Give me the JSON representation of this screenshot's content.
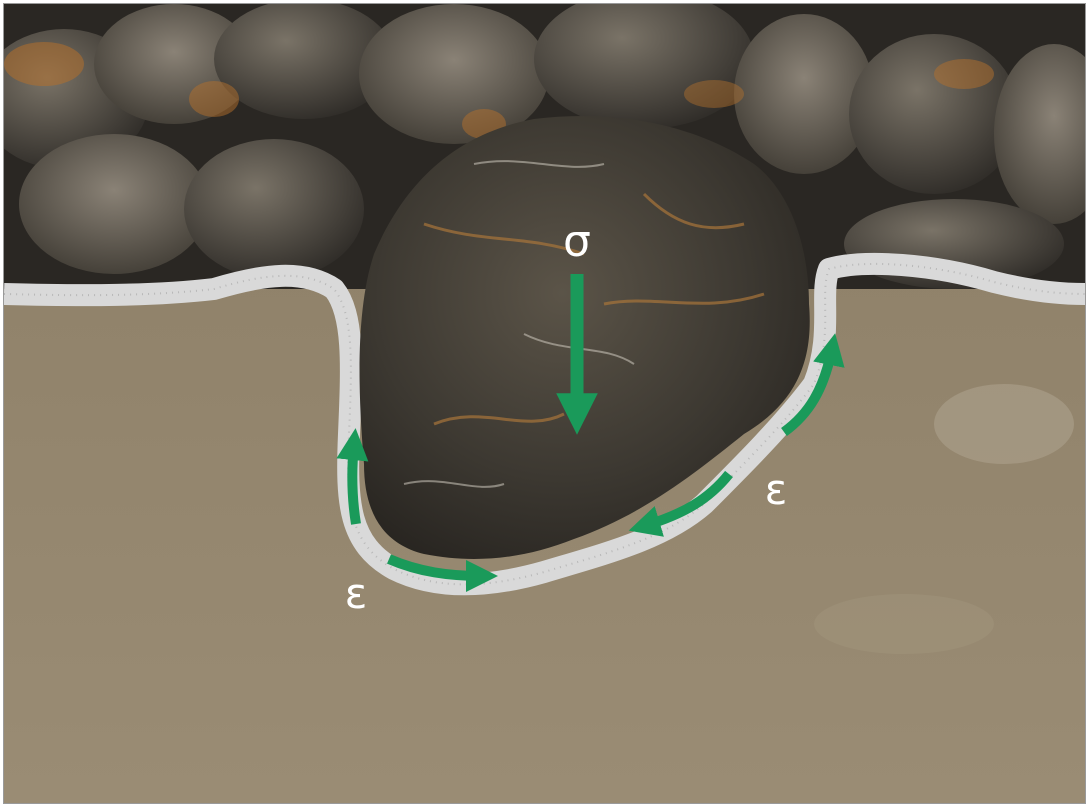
{
  "figure": {
    "stress_symbol": "σ",
    "strain_label_left": "ε",
    "strain_label_right": "ε",
    "arrow_color": "#1a9a5a",
    "membrane_color": "#d9d9d9",
    "subgrade_color": "#8e7f66",
    "aggregate_color": "#4a463f"
  }
}
